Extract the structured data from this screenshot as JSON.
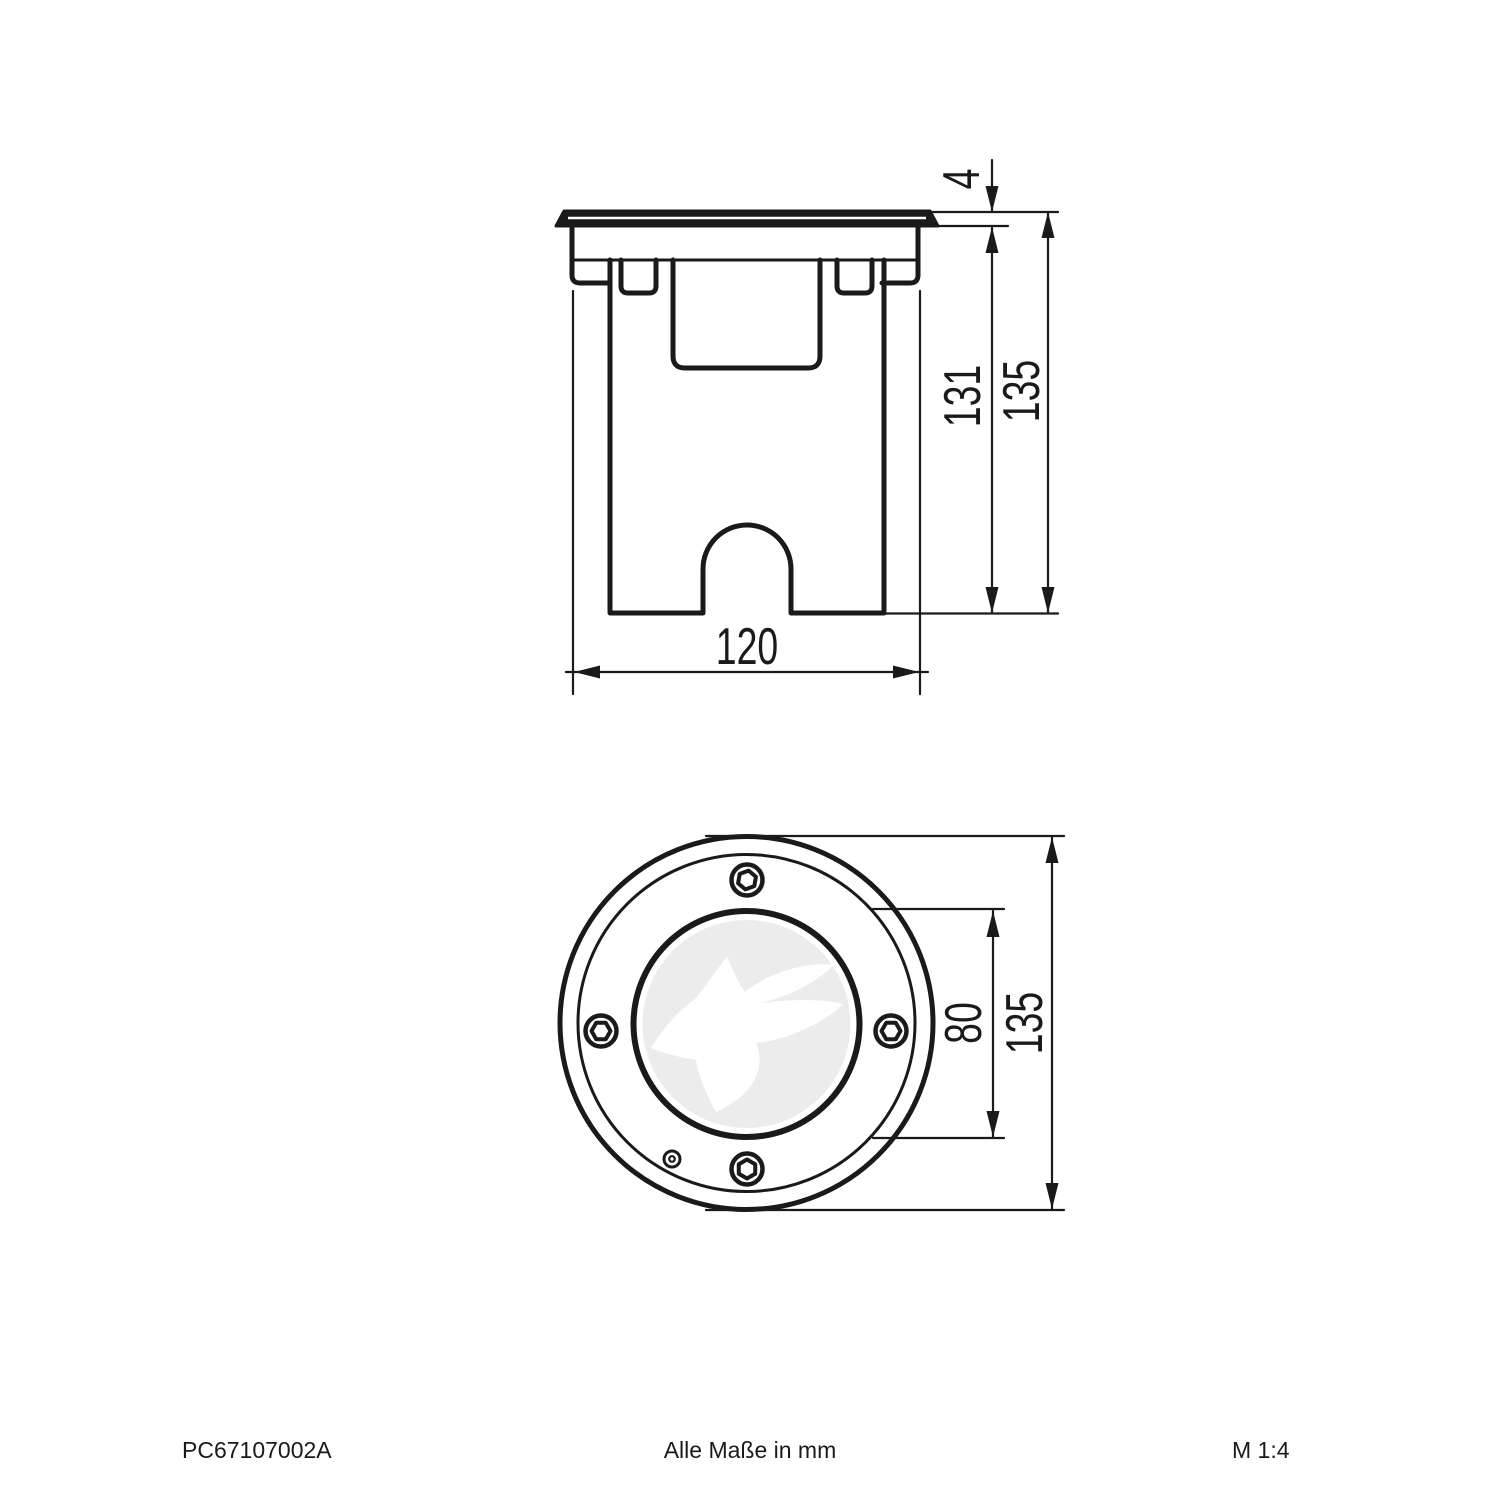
{
  "colors": {
    "background": "#ffffff",
    "line": "#1a1a1a",
    "lens_fill": "#ececec",
    "logo_fill": "#ffffff",
    "text": "#1a1a1a"
  },
  "side_view": {
    "dims": {
      "flange_thickness": "4",
      "body_height": "131",
      "total_height": "135",
      "body_width": "120"
    }
  },
  "front_view": {
    "dims": {
      "lens_diameter": "80",
      "outer_diameter": "135"
    }
  },
  "footer": {
    "part_number": "PC67107002A",
    "units_note": "Alle Maße in mm",
    "scale": "M 1:4"
  }
}
